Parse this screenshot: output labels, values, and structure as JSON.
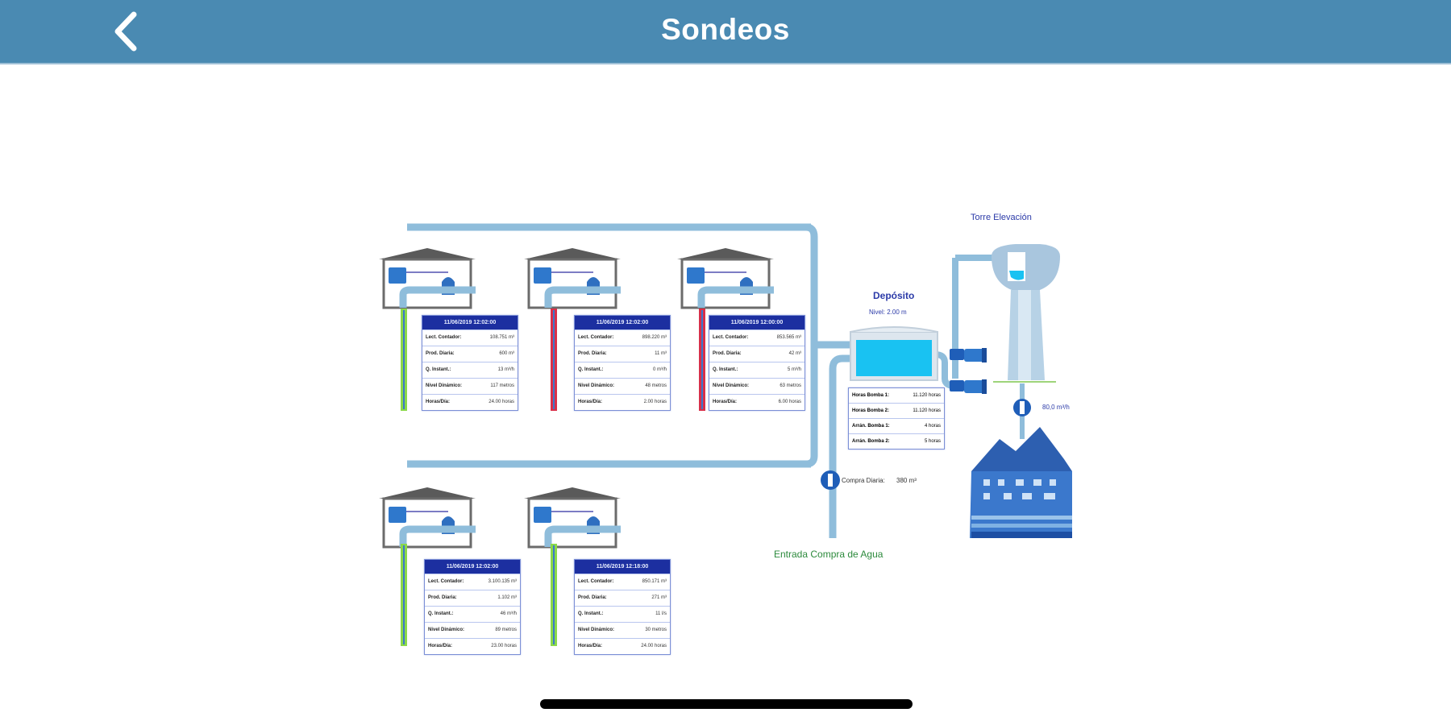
{
  "navbar": {
    "title": "Sondeos",
    "back_icon": "chevron-left-icon",
    "background": "#4a8ab2"
  },
  "wells": [
    {
      "id": "sondeo-1",
      "status_color": "#8ad84a",
      "timestamp": "11/06/2019 12:02:00",
      "rows": [
        {
          "label": "Lect. Contador:",
          "value": "108.751 m³"
        },
        {
          "label": "Prod. Diaria:",
          "value": "600 m³"
        },
        {
          "label": "Q. Instant.:",
          "value": "13 m³/h"
        },
        {
          "label": "Nivel Dinámico:",
          "value": "117 metros"
        },
        {
          "label": "Horas/Día:",
          "value": "24.00 horas"
        }
      ]
    },
    {
      "id": "sondeo-2",
      "status_color": "#d8304a",
      "timestamp": "11/06/2019 12:02:00",
      "rows": [
        {
          "label": "Lect. Contador:",
          "value": "898.220 m³"
        },
        {
          "label": "Prod. Diaria:",
          "value": "11 m³"
        },
        {
          "label": "Q. Instant.:",
          "value": "0 m³/h"
        },
        {
          "label": "Nivel Dinámico:",
          "value": "48 metros"
        },
        {
          "label": "Horas/Día:",
          "value": "2.00 horas"
        }
      ]
    },
    {
      "id": "sondeo-3",
      "status_color": "#d8304a",
      "timestamp": "11/06/2019 12:00:00",
      "rows": [
        {
          "label": "Lect. Contador:",
          "value": "853.565 m³"
        },
        {
          "label": "Prod. Diaria:",
          "value": "42 m³"
        },
        {
          "label": "Q. Instant.:",
          "value": "5 m³/h"
        },
        {
          "label": "Nivel Dinámico:",
          "value": "63 metros"
        },
        {
          "label": "Horas/Día:",
          "value": "6.00 horas"
        }
      ]
    },
    {
      "id": "sondeo-4",
      "status_color": "#8ad84a",
      "timestamp": "11/06/2019 12:02:00",
      "rows": [
        {
          "label": "Lect. Contador:",
          "value": "3.100.135 m³"
        },
        {
          "label": "Prod. Diaria:",
          "value": "1.102 m³"
        },
        {
          "label": "Q. Instant.:",
          "value": "46 m³/h"
        },
        {
          "label": "Nivel Dinámico:",
          "value": "89 metros"
        },
        {
          "label": "Horas/Día:",
          "value": "23.00 horas"
        }
      ]
    },
    {
      "id": "sondeo-5",
      "status_color": "#8ad84a",
      "timestamp": "11/06/2019 12:18:00",
      "rows": [
        {
          "label": "Lect. Contador:",
          "value": "850.171 m³"
        },
        {
          "label": "Prod. Diaria:",
          "value": "271 m³"
        },
        {
          "label": "Q. Instant.:",
          "value": "11 l/s"
        },
        {
          "label": "Nivel Dinámico:",
          "value": "30 metros"
        },
        {
          "label": "Horas/Día:",
          "value": "24.00 horas"
        }
      ]
    }
  ],
  "deposito": {
    "title": "Depósito",
    "level": "Nivel: 2.00 m",
    "rows": [
      {
        "label": "Horas Bomba 1:",
        "value": "11.120 horas"
      },
      {
        "label": "Horas Bomba 2:",
        "value": "11.120 horas"
      },
      {
        "label": "Arrán. Bomba 1:",
        "value": "4 horas"
      },
      {
        "label": "Arrán. Bomba 2:",
        "value": "5 horas"
      }
    ]
  },
  "torre": {
    "title": "Torre Elevación",
    "flow_reading": "80,0 m³/h"
  },
  "entrada": {
    "meter_label": "Compra Diaria:",
    "meter_value": "380 m³",
    "title": "Entrada Compra de Agua"
  },
  "colors": {
    "pipe": "#8fbddb",
    "pipe_dark": "#5f9cc6",
    "panel_header": "#1c2fa0",
    "water": "#19c2f2",
    "town": "#2d6cc2",
    "house_wall": "#6b6b6b"
  }
}
